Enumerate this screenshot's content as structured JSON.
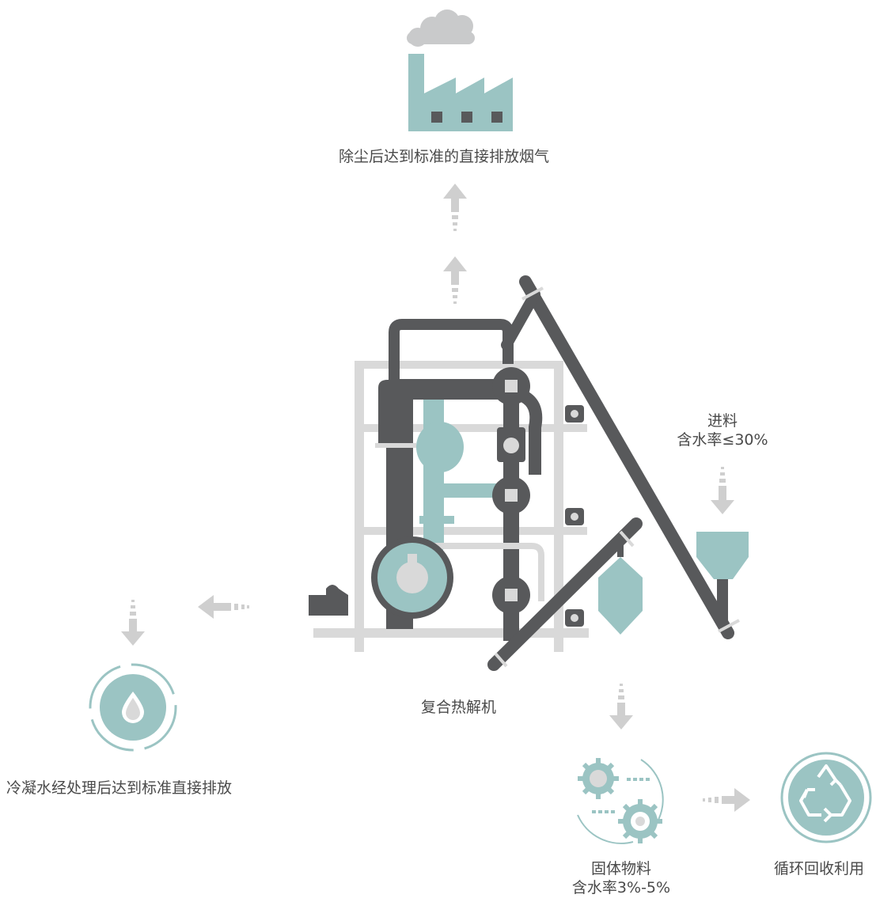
{
  "colors": {
    "dark": "#58595b",
    "teal": "#9bc4c3",
    "teal_dark": "#7fb3b2",
    "light_gray": "#d9d9d9",
    "arrow_gray": "#cfcfcf",
    "text": "#4a4a4a"
  },
  "labels": {
    "exhaust": "除尘后达到标准的直接排放烟气",
    "feed_line1": "进料",
    "feed_line2": "含水率≤30%",
    "machine": "复合热解机",
    "condensate": "冷凝水经处理后达到标准直接排放",
    "solids_line1": "固体物料",
    "solids_line2": "含水率3%-5%",
    "recycle": "循环回收利用"
  },
  "icons": {
    "factory": "factory-icon",
    "cloud": "smoke-cloud-icon",
    "water_drop": "water-drop-cycle-icon",
    "gears": "gears-icon",
    "recycle": "recycle-icon",
    "machine": "pyrolysis-machine-illustration",
    "hopper": "feed-hopper-icon"
  }
}
